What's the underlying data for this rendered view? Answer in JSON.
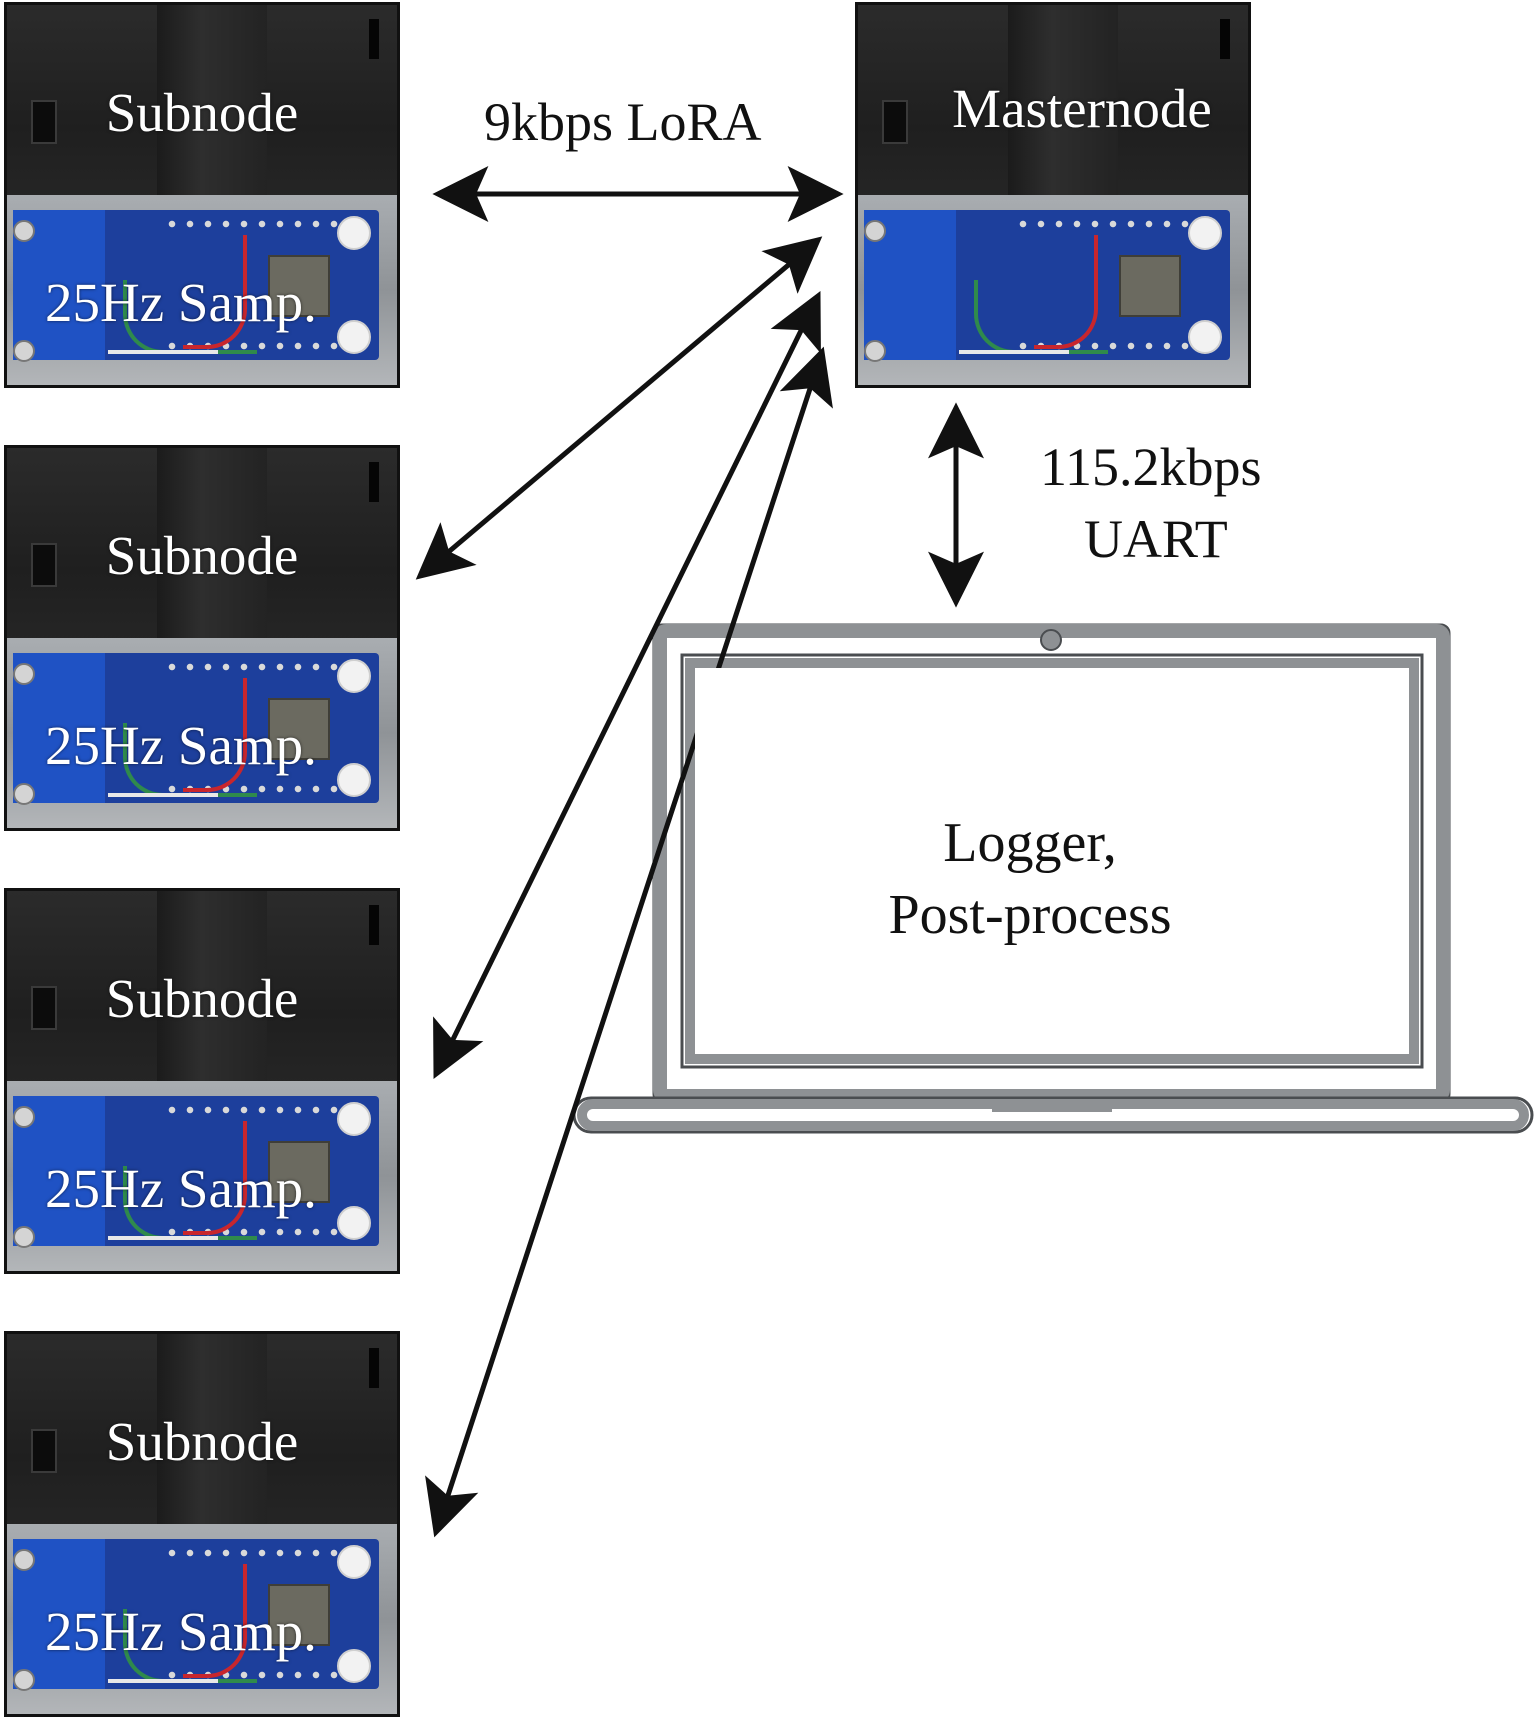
{
  "link_labels": {
    "lora": "9kbps LoRA",
    "uart_rate": "115.2kbps",
    "uart_name": "UART"
  },
  "subnodes": [
    {
      "name": "Subnode",
      "sampling": "25Hz Samp."
    },
    {
      "name": "Subnode",
      "sampling": "25Hz Samp."
    },
    {
      "name": "Subnode",
      "sampling": "25Hz Samp."
    },
    {
      "name": "Subnode",
      "sampling": "25Hz Samp."
    }
  ],
  "master": {
    "name": "Masternode"
  },
  "laptop": {
    "line1": "Logger,",
    "line2": "Post-process"
  },
  "colors": {
    "arrow": "#111111",
    "laptop_frame": "#8e9194",
    "laptop_outline": "#4a4d50",
    "pcb": "#1d3f9c"
  }
}
